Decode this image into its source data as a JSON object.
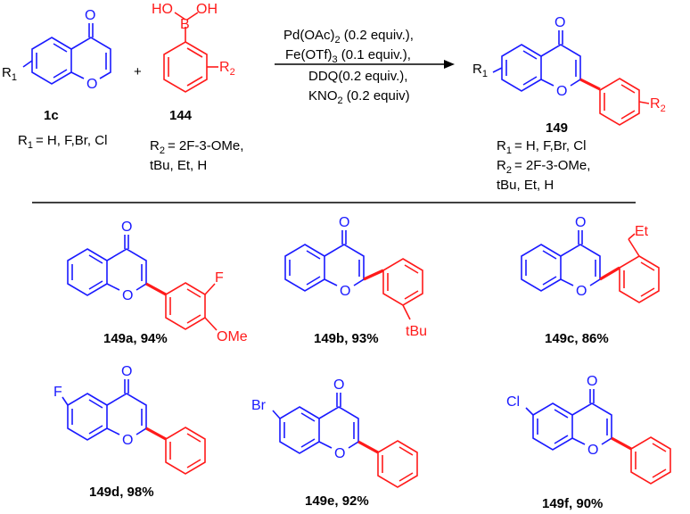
{
  "reaction": {
    "reactant1": {
      "id": "1c",
      "r_label": "R",
      "r_sub": "1",
      "r_values": "= H, F,Br, Cl",
      "atoms": {
        "carbonyl_o": "O",
        "ring_o": "O"
      }
    },
    "plus": "+",
    "reactant2": {
      "id": "144",
      "b_label": "B",
      "oh_left": "HO",
      "oh_right": "OH",
      "r_label": "R",
      "r_sub": "2",
      "r_values_line1": "= 2F-3-OMe,",
      "r_values_line2": "tBu, Et, H"
    },
    "conditions": {
      "line1_pre": "Pd(OAc)",
      "line1_sub": "2",
      "line1_post": " (0.2 equiv.),",
      "line2_pre": "Fe(OTf)",
      "line2_sub": "3",
      "line2_post": " (0.1 equiv.),",
      "line3": "DDQ(0.2 equiv.),",
      "line4_pre": "KNO",
      "line4_sub": "2",
      "line4_post": " (0.2 equiv)"
    },
    "product": {
      "id": "149",
      "r1_label": "R",
      "r1_sub": "1",
      "r2_label": "R",
      "r2_sub": "2",
      "r1_values": "= H, F,Br, Cl",
      "r2_values_line1": "= 2F-3-OMe,",
      "r2_values_line2": "tBu, Et, H"
    }
  },
  "examples": [
    {
      "id": "149a",
      "caption": "149a,  94%",
      "subs": [
        "F",
        "OMe"
      ]
    },
    {
      "id": "149b",
      "caption": "149b,  93%",
      "subs": [
        "tBu"
      ]
    },
    {
      "id": "149c",
      "caption": "149c,  86%",
      "subs": [
        "Et"
      ]
    },
    {
      "id": "149d",
      "caption": "149d,  98%",
      "subs": [
        "F"
      ]
    },
    {
      "id": "149e",
      "caption": "149e,  92%",
      "subs": [
        "Br"
      ]
    },
    {
      "id": "149f",
      "caption": "149f,  90%",
      "subs": [
        "Cl"
      ]
    }
  ],
  "atom_o": "O",
  "colors": {
    "core": "#1a1aff",
    "aryl": "#ff1a1a",
    "text": "#000000"
  }
}
